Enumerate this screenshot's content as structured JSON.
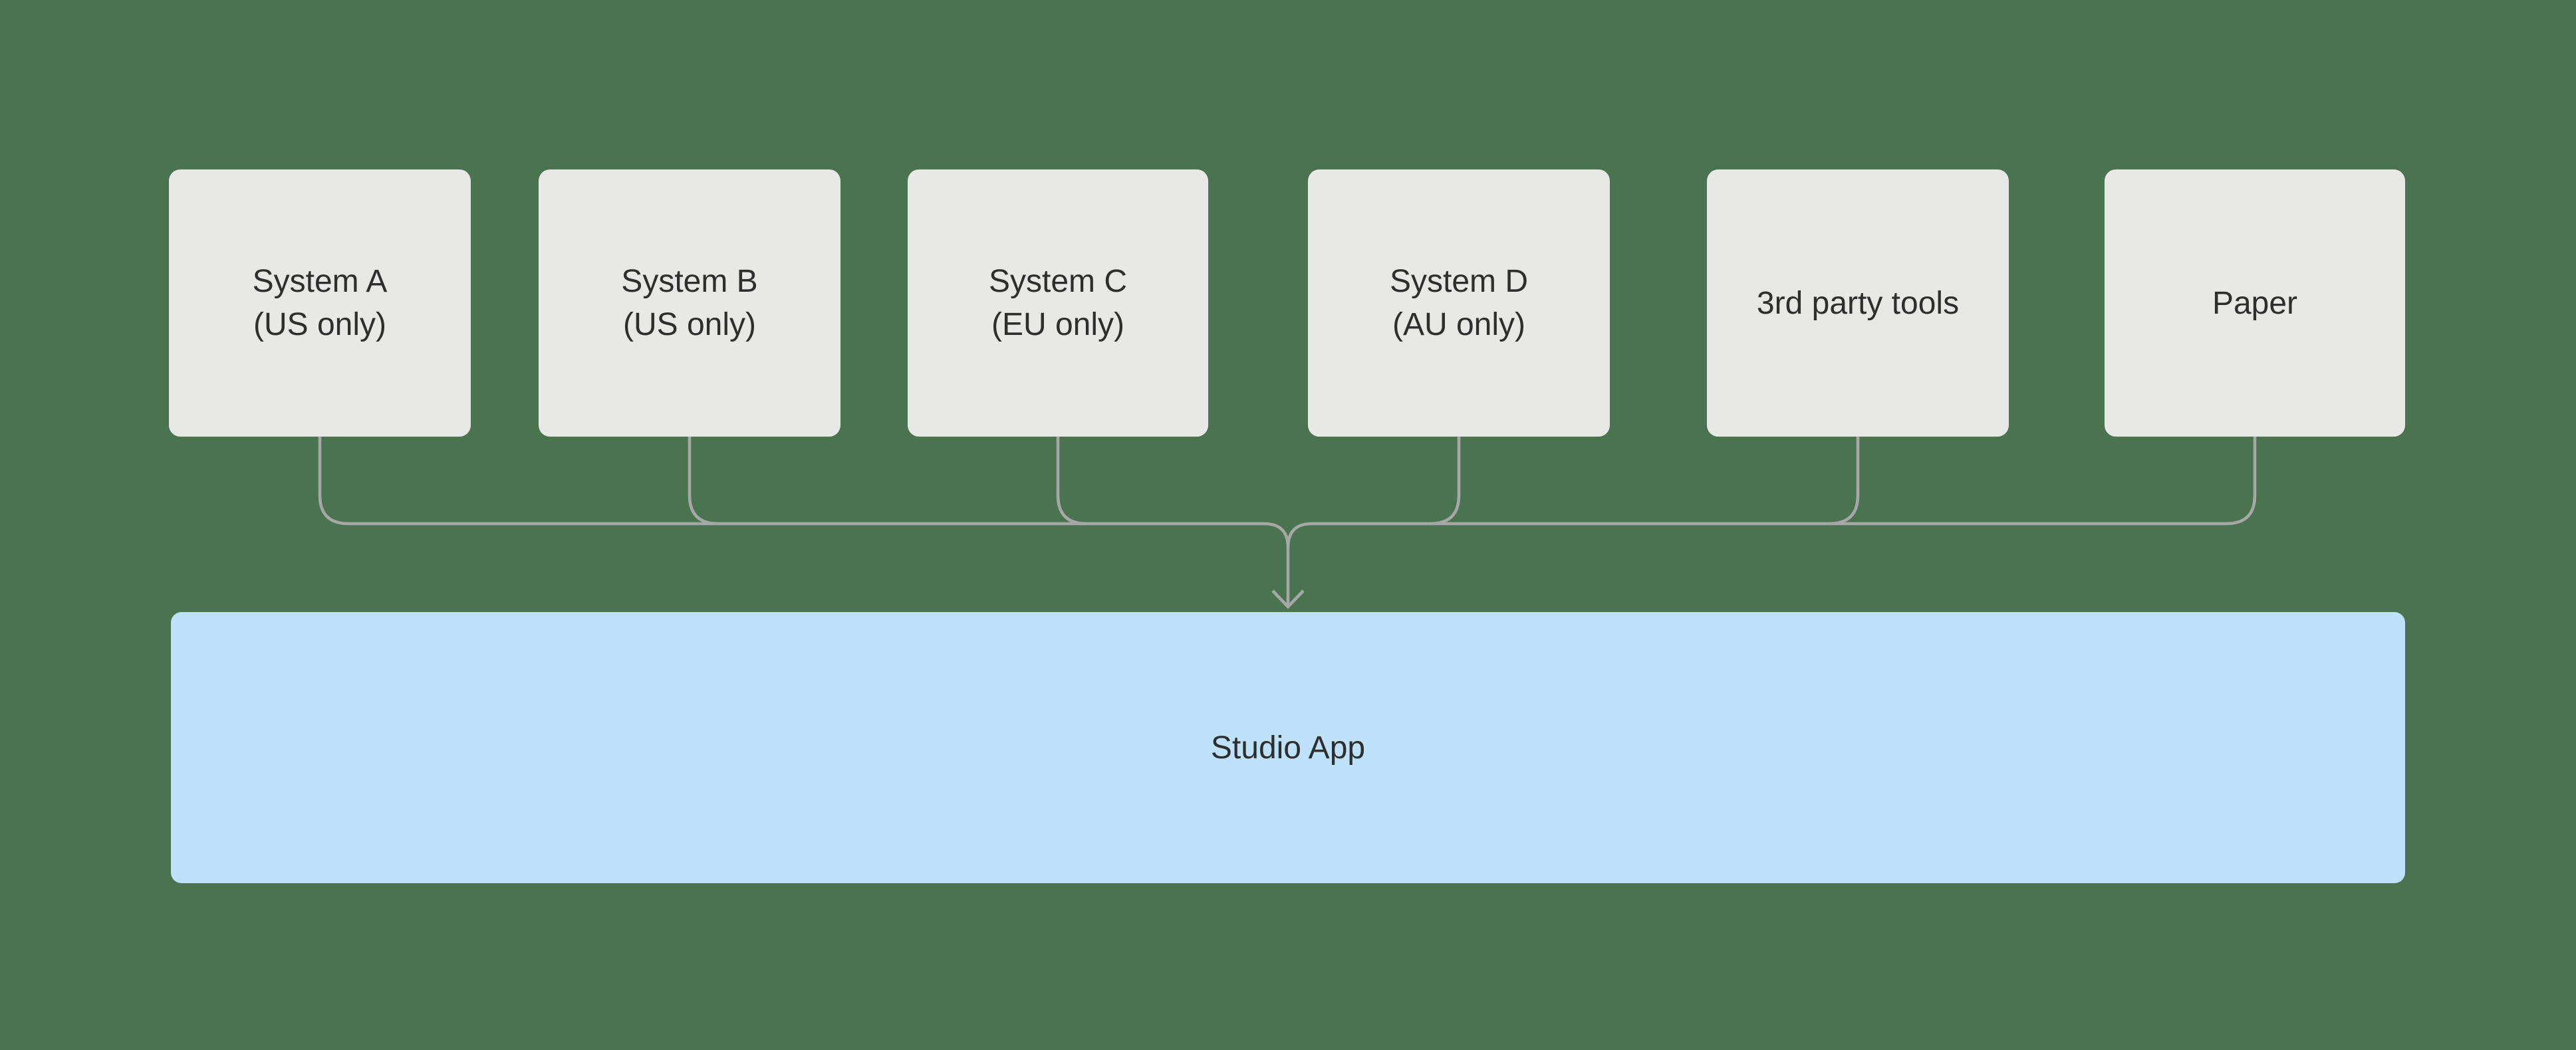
{
  "colors": {
    "background": "#4A7450",
    "source-box-fill": "#E8E8E6",
    "target-box-fill": "#BEE2FB",
    "connector": "#A7A7A7",
    "text": "#2D2E2E"
  },
  "diagram": {
    "source_boxes": [
      {
        "id": "system-a",
        "lines": [
          "System A",
          "(US only)"
        ]
      },
      {
        "id": "system-b",
        "lines": [
          "System B",
          "(US only)"
        ]
      },
      {
        "id": "system-c",
        "lines": [
          "System C",
          "(EU only)"
        ]
      },
      {
        "id": "system-d",
        "lines": [
          "System D",
          "(AU only)"
        ]
      },
      {
        "id": "third-party-tools",
        "lines": [
          "3rd party tools"
        ]
      },
      {
        "id": "paper",
        "lines": [
          "Paper"
        ]
      }
    ],
    "target_box": {
      "id": "studio-app",
      "label": "Studio App"
    },
    "edges": [
      {
        "from": "System A (US only)",
        "to": "Studio App"
      },
      {
        "from": "System B (US only)",
        "to": "Studio App"
      },
      {
        "from": "System C (EU only)",
        "to": "Studio App"
      },
      {
        "from": "System D (AU only)",
        "to": "Studio App"
      },
      {
        "from": "3rd party tools",
        "to": "Studio App"
      },
      {
        "from": "Paper",
        "to": "Studio App"
      }
    ]
  }
}
